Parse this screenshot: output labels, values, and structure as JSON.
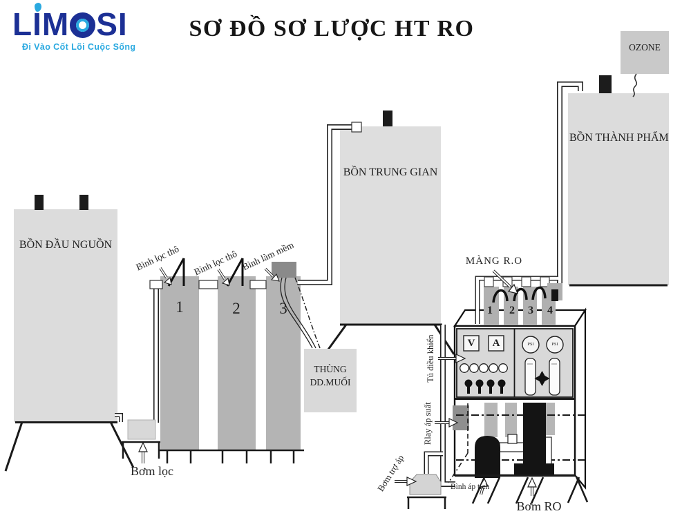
{
  "brand": {
    "part1": "LIM",
    "part2": "SI",
    "tagline": "Đi Vào Cốt Lõi Cuộc Sống",
    "navy": "#1c3095",
    "accent": "#2aa9e0"
  },
  "title": "SƠ ĐỒ SƠ LƯỢC HT RO",
  "tanks": {
    "source": "BỒN ĐẦU NGUỒN",
    "intermediate": "BỒN TRUNG GIAN",
    "finished": "BỒN THÀNH PHẨM",
    "ozone": "OZONE",
    "salt_line1": "THÙNG",
    "salt_line2": "DD.MUỐI"
  },
  "filters": {
    "label1": "Bình lọc thô",
    "label2": "Bình lọc thô",
    "label3": "Bình làm mềm",
    "num1": "1",
    "num2": "2",
    "num3": "3"
  },
  "ro": {
    "membrane_label": "MÀNG R.O",
    "num1": "1",
    "num2": "2",
    "num3": "3",
    "num4": "4",
    "voltmeter": "V",
    "ammeter": "A",
    "gauge1": "PSI",
    "gauge2": "PSI"
  },
  "labels": {
    "control_cabinet": "Tủ điều khiển",
    "pressure_relay": "Rlay áp suất",
    "filter_pump": "Bơm lọc",
    "booster_pump": "Bơm trợ áp",
    "ro_pump": "Bơm RO",
    "accumulator": "Bình áp tích"
  },
  "colors": {
    "tank_gray": "#dcdcdc",
    "column_gray": "#b4b4b4",
    "line": "#1a1a1a"
  }
}
